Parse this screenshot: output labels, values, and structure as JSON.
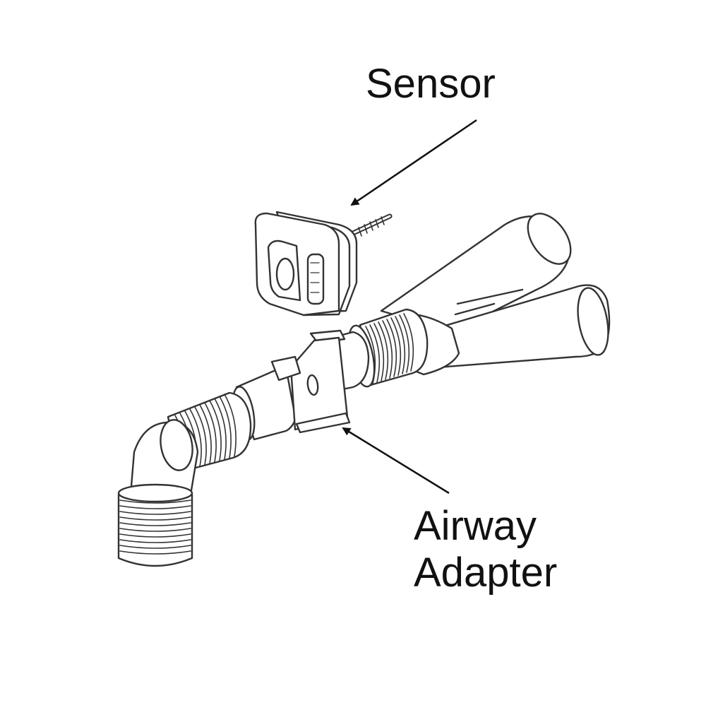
{
  "diagram": {
    "labels": {
      "sensor": "Sensor",
      "airway_line1": "Airway",
      "airway_line2": "Adapter"
    },
    "colors": {
      "ink": "#333333",
      "fill": "#ffffff",
      "background": "#ffffff"
    },
    "icons": [
      "sensor-icon",
      "airway-adapter-icon",
      "elbow-tube-icon",
      "y-piece-icon",
      "arrow-icon"
    ]
  }
}
